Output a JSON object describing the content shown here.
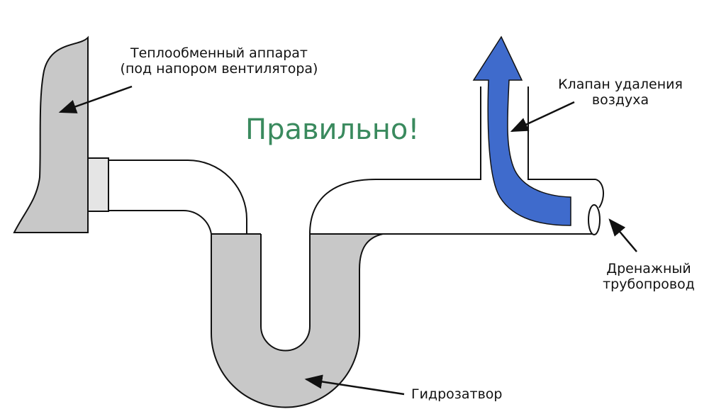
{
  "title": "Правильно!",
  "labels": {
    "heat_exchanger_line1": "Теплообменный аппарат",
    "heat_exchanger_line2": "(под напором вентилятора)",
    "air_valve_line1": "Клапан удаления",
    "air_valve_line2": "воздуха",
    "drain_line1": "Дренажный",
    "drain_line2": "трубопровод",
    "trap": "Гидрозатвор"
  },
  "colors": {
    "water": "#c8c8c8",
    "arrow": "#3f6bcc",
    "title": "#3a8a5e",
    "coupling": "#e5e5e5"
  }
}
